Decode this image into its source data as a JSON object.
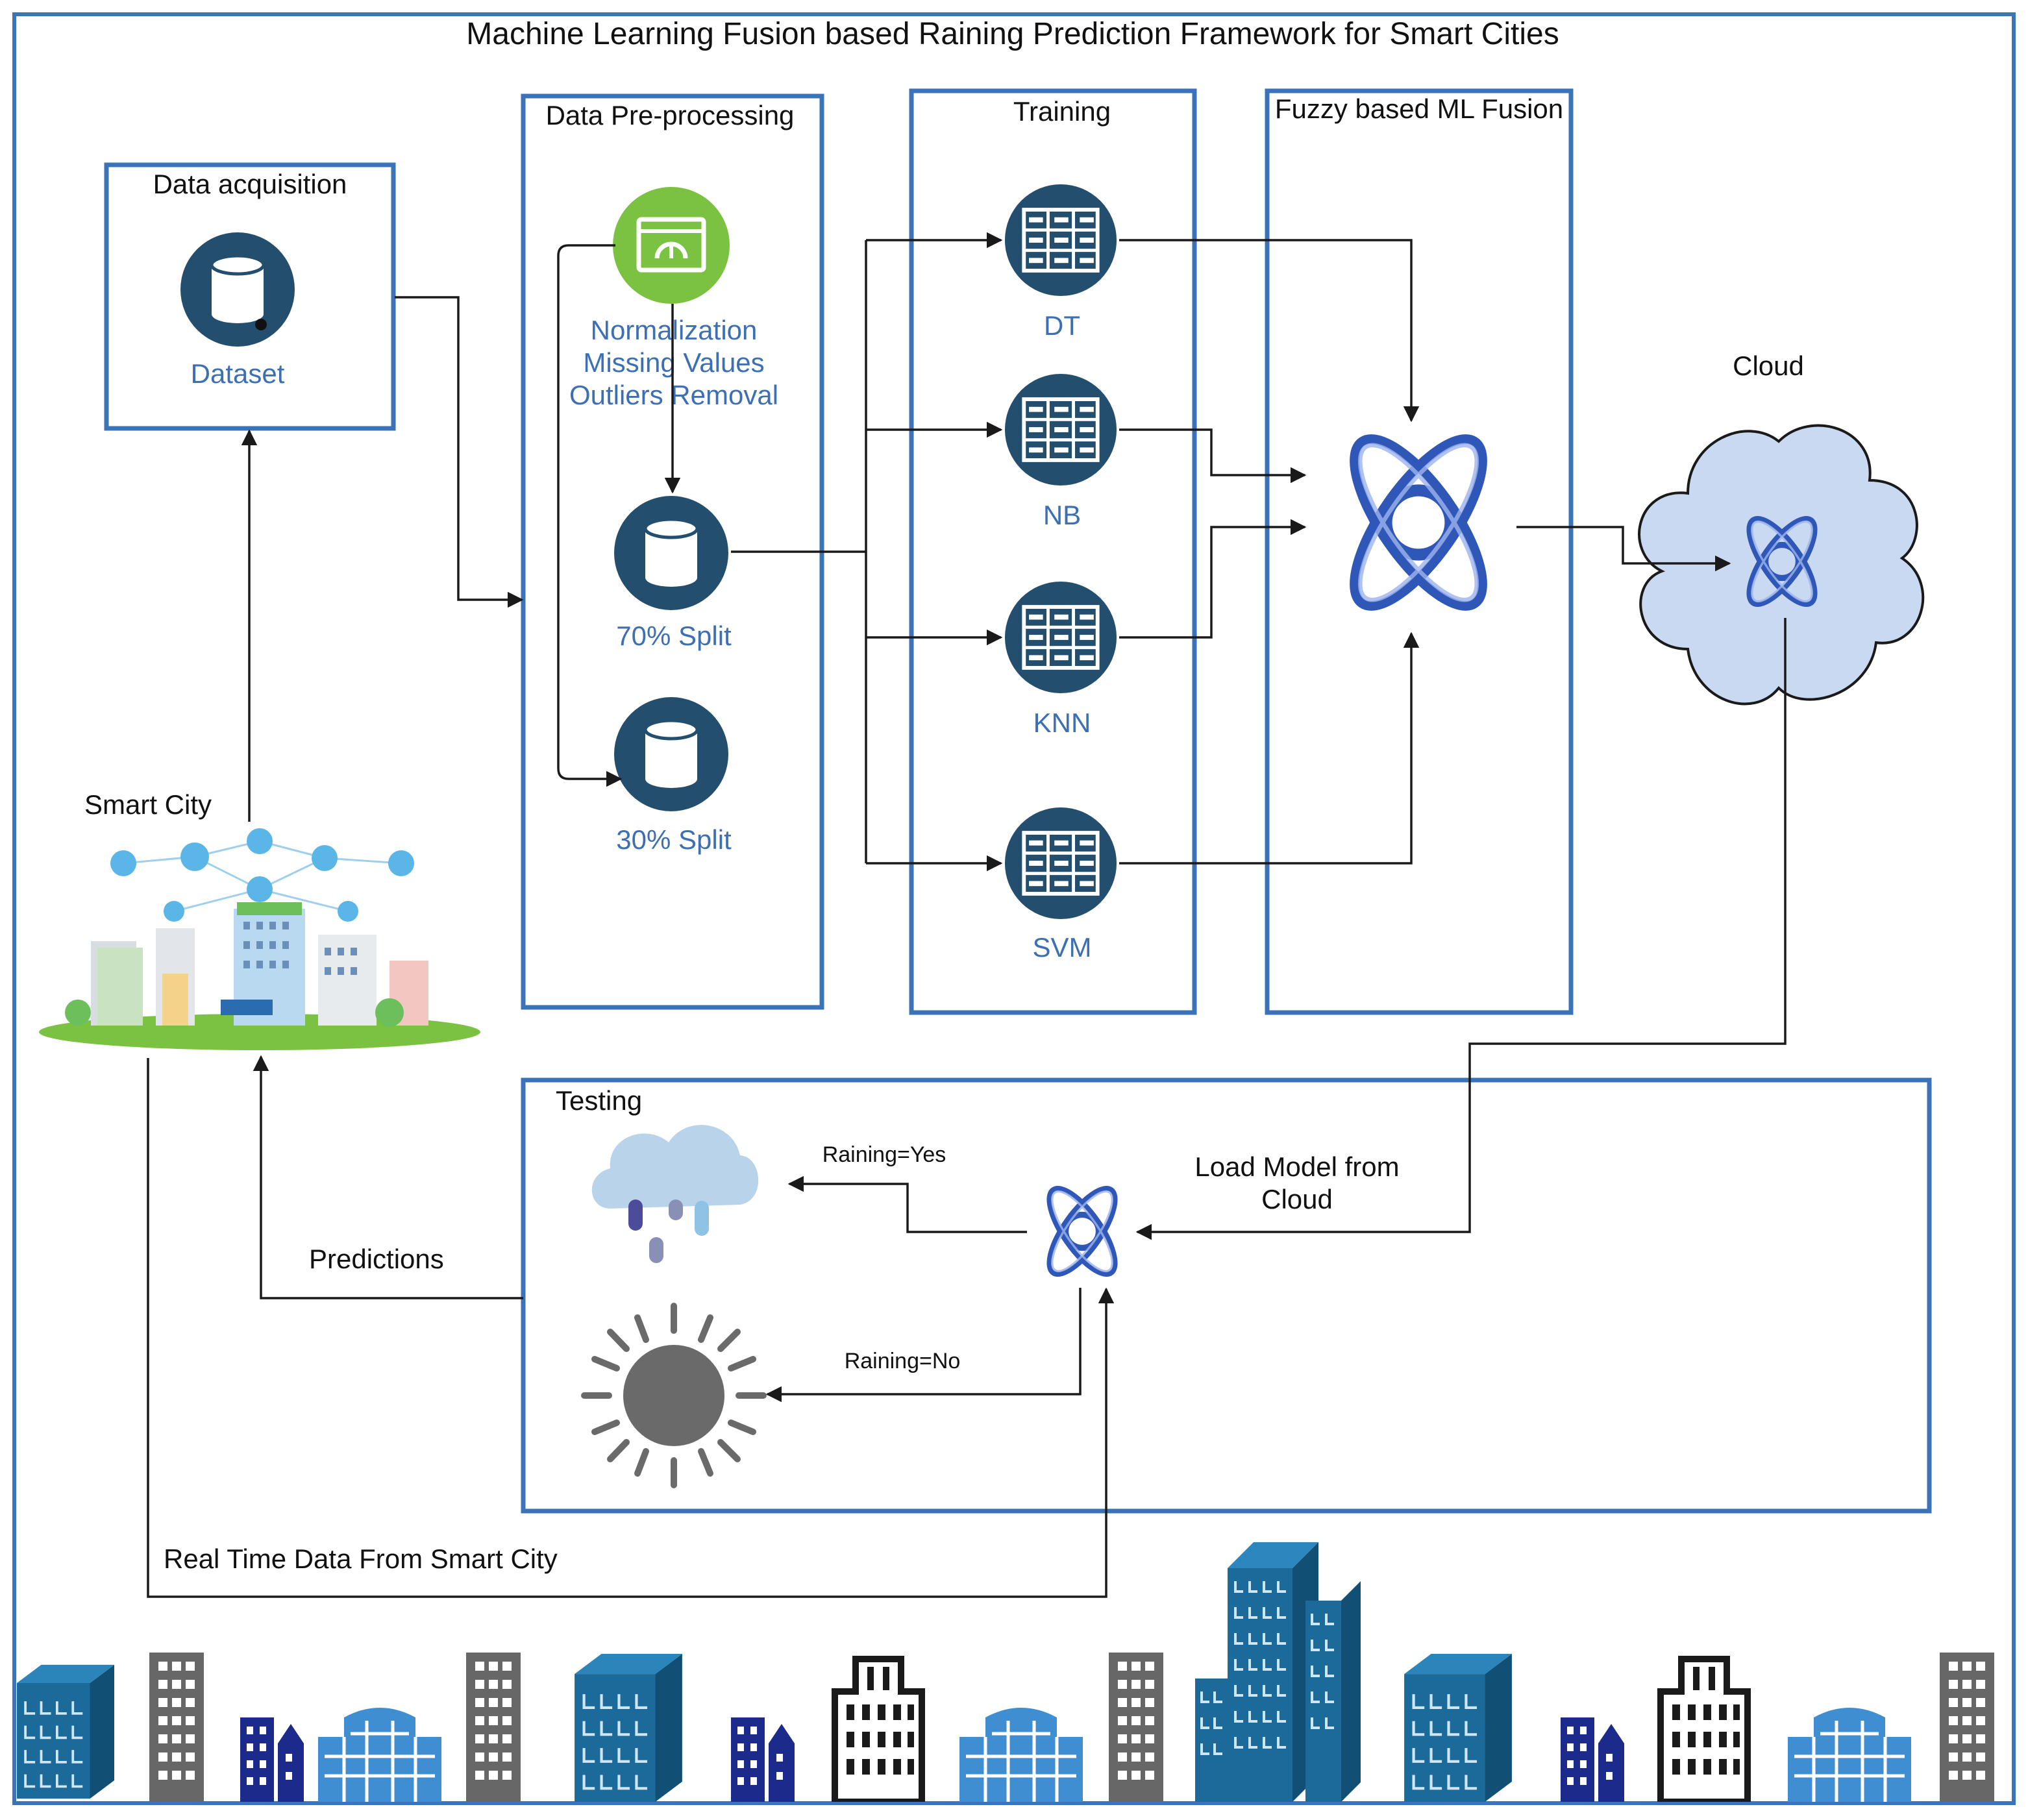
{
  "title": "Machine Learning Fusion based Raining Prediction Framework for Smart Cities",
  "data_acquisition": {
    "label": "Data acquisition",
    "dataset_label": "Dataset"
  },
  "preprocessing": {
    "label": "Data Pre-processing",
    "steps": [
      "Normalization",
      "Missing Values",
      "Outliers Removal"
    ],
    "split_train": "70% Split",
    "split_test": "30% Split"
  },
  "training": {
    "label": "Training",
    "models": [
      "DT",
      "NB",
      "KNN",
      "SVM"
    ]
  },
  "fusion": {
    "label": "Fuzzy based ML Fusion"
  },
  "cloud": {
    "label": "Cloud"
  },
  "smart_city": {
    "label": "Smart City"
  },
  "testing": {
    "label": "Testing",
    "raining_yes": "Raining=Yes",
    "raining_no": "Raining=No",
    "load_model": [
      "Load Model from",
      "Cloud"
    ]
  },
  "predictions_label": "Predictions",
  "realtime_label": "Real Time Data From Smart City",
  "colors": {
    "box_border": "#3b73b9",
    "node": "#234e6e",
    "accent_green": "#7cc242",
    "cloud_fill": "#c8d9f1",
    "text_blue": "#3c6fb4"
  },
  "icons": [
    "database-icon",
    "chart-window-icon",
    "table-icon",
    "atom-icon",
    "rain-cloud-icon",
    "sun-icon",
    "building-icon"
  ]
}
